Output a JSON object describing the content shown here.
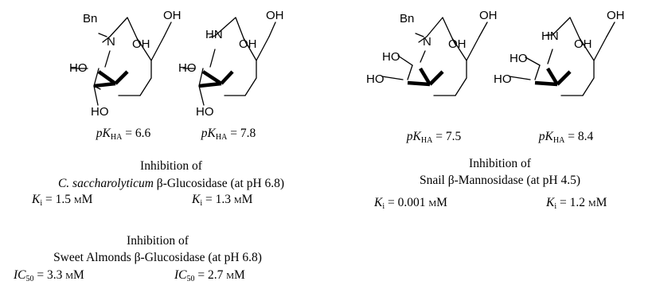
{
  "molecules": [
    {
      "n_label": "N",
      "n_sub": "Bn",
      "hydroxyls": [
        "HO",
        "OH",
        "OH",
        "HO"
      ],
      "pka_symbol": "pK",
      "pka_sub": "HA",
      "pka_value": "= 6.6"
    },
    {
      "n_label": "HN",
      "hydroxyls": [
        "HO",
        "OH",
        "OH",
        "HO"
      ],
      "pka_symbol": "pK",
      "pka_sub": "HA",
      "pka_value": "= 7.8"
    },
    {
      "n_label": "N",
      "n_sub": "Bn",
      "hydroxyls": [
        "HO",
        "OH",
        "OH",
        "HO"
      ],
      "pka_symbol": "pK",
      "pka_sub": "HA",
      "pka_value": "= 7.5"
    },
    {
      "n_label": "HN",
      "hydroxyls": [
        "HO",
        "OH",
        "OH",
        "HO"
      ],
      "pka_symbol": "pK",
      "pka_sub": "HA",
      "pka_value": "= 8.4"
    }
  ],
  "assays": [
    {
      "heading": "Inhibition of",
      "species_italic": "C. saccharolyticum",
      "enzyme": " β-Glucosidase (at pH 6.8)",
      "values": [
        {
          "symbol": "K",
          "sub": "i",
          "value": "= 1.5",
          "unit": "mM"
        },
        {
          "symbol": "K",
          "sub": "i",
          "value": "= 1.3",
          "unit": "mM"
        }
      ]
    },
    {
      "heading": "Inhibition of",
      "species_italic": "",
      "enzyme": "Sweet Almonds β-Glucosidase (at pH 6.8)",
      "values": [
        {
          "symbol": "IC",
          "sub": "50",
          "value": "= 3.3",
          "unit": "mM"
        },
        {
          "symbol": "IC",
          "sub": "50",
          "value": "= 2.7",
          "unit": "mM"
        }
      ]
    },
    {
      "heading": "Inhibition of",
      "species_italic": "",
      "enzyme": "Snail β-Mannosidase (at pH 4.5)",
      "values": [
        {
          "symbol": "K",
          "sub": "i",
          "value": "= 0.001",
          "unit": "mM"
        },
        {
          "symbol": "K",
          "sub": "i",
          "value": "= 1.2",
          "unit": "mM"
        }
      ]
    }
  ]
}
